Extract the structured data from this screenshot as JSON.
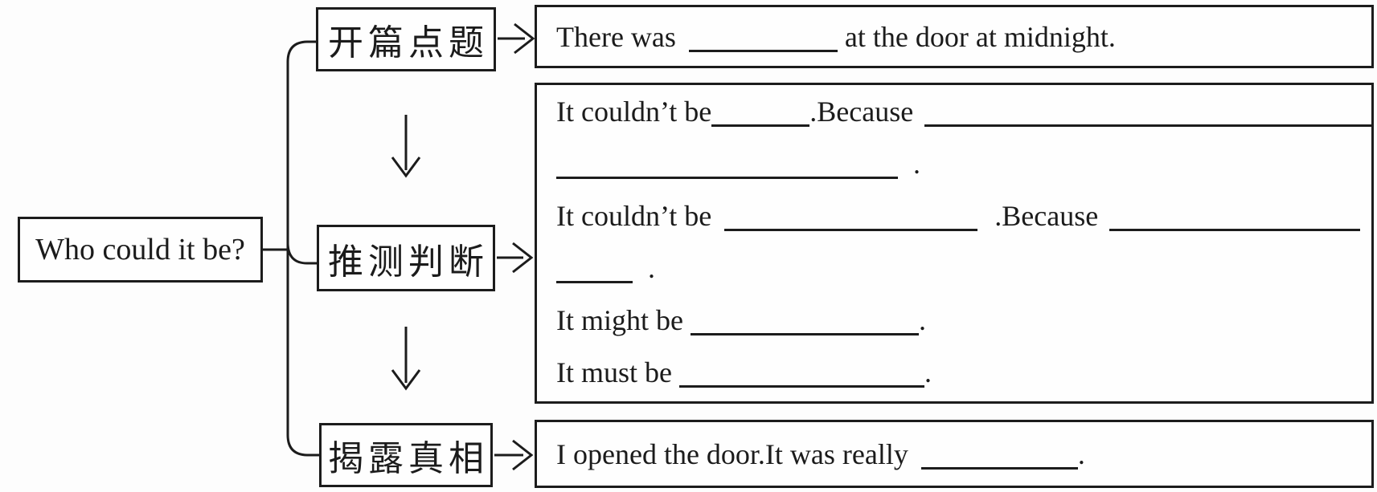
{
  "colors": {
    "ink": "#1c1c1c",
    "background": "#fdfdfd"
  },
  "question_box": {
    "label": "Who could it be?"
  },
  "stages": {
    "opening": {
      "label": "开篇点题"
    },
    "guessing": {
      "label": "推测判断"
    },
    "revealing": {
      "label": "揭露真相"
    }
  },
  "opening_panel": {
    "pre": "There was",
    "post": " at the door at midnight."
  },
  "guessing_panel": {
    "line1_pre": "It couldn’t be",
    "line1_because": ".Because",
    "line2_end": " .",
    "line3_pre": "It couldn’t be",
    "line3_because": " .Because",
    "line4_end": " .",
    "line5_pre": "It might be ",
    "line5_end": ".",
    "line6_pre": "It must be ",
    "line6_end": "."
  },
  "revealing_panel": {
    "pre": "I opened the door.It was really",
    "end": "."
  }
}
